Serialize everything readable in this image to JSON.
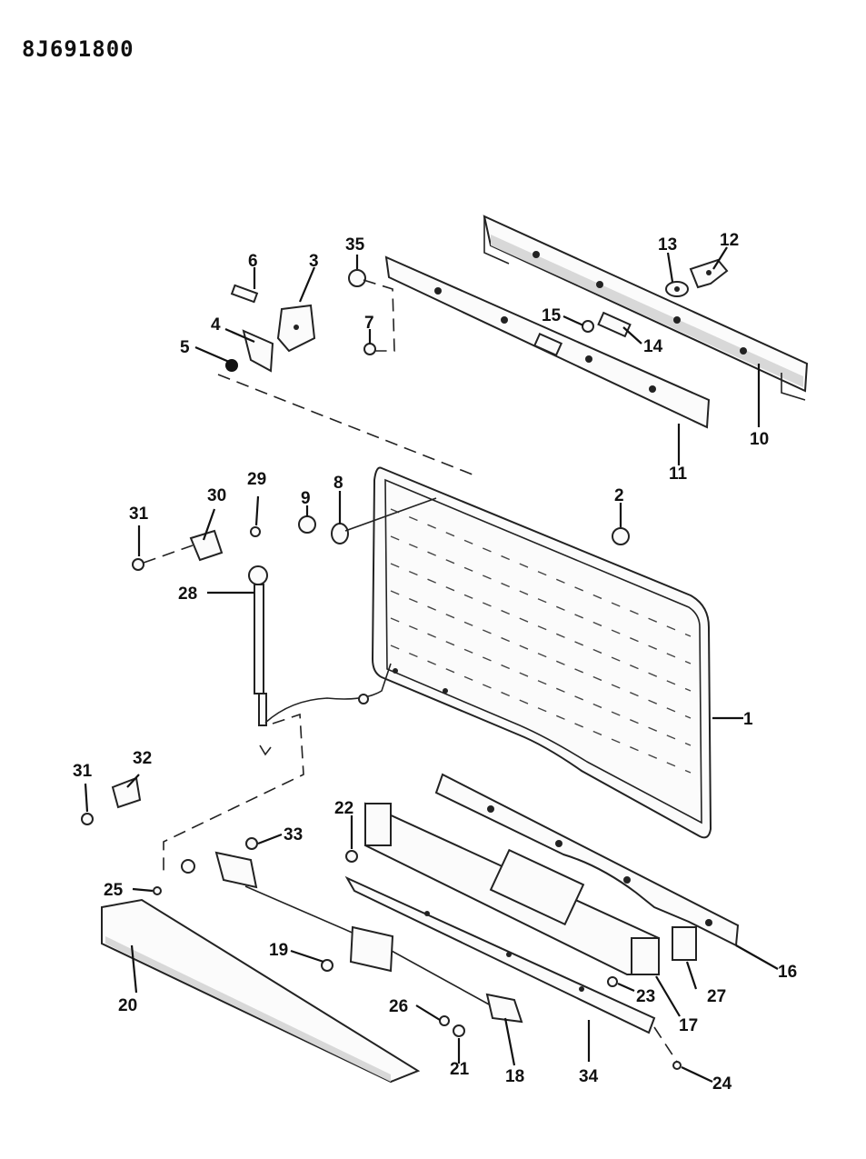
{
  "diagram_code": "8J691800",
  "callouts": [
    "1",
    "2",
    "3",
    "4",
    "5",
    "6",
    "7",
    "8",
    "9",
    "10",
    "11",
    "12",
    "13",
    "14",
    "15",
    "16",
    "17",
    "18",
    "19",
    "20",
    "21",
    "22",
    "23",
    "24",
    "25",
    "26",
    "27",
    "28",
    "29",
    "30",
    "31",
    "32",
    "33",
    "34",
    "35"
  ]
}
